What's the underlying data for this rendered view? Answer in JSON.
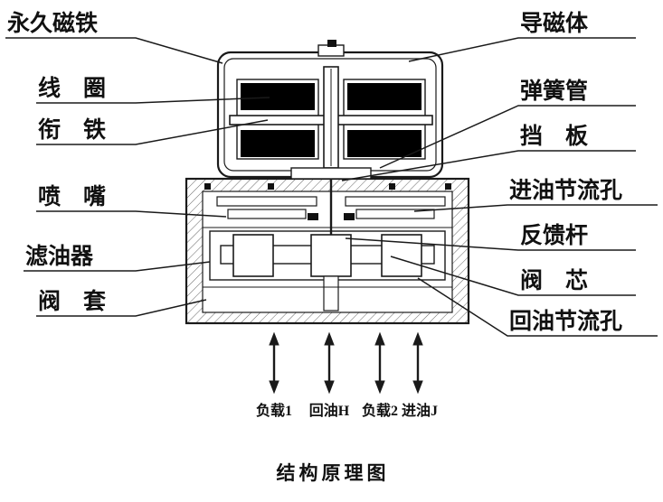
{
  "title": "结构原理图",
  "labels": {
    "left": [
      "永久磁铁",
      "线　圈",
      "衔　铁",
      "喷　嘴",
      "滤油器",
      "阀　套"
    ],
    "right": [
      "导磁体",
      "弹簧管",
      "挡　板",
      "进油节流孔",
      "反馈杆",
      "阀　芯",
      "回油节流孔"
    ],
    "ports": [
      "负载1",
      "回油H",
      "负载2",
      "进油J"
    ]
  },
  "colors": {
    "ink": "#1a1a1a",
    "coil_fill": "#000000",
    "hatch": "#666666"
  }
}
